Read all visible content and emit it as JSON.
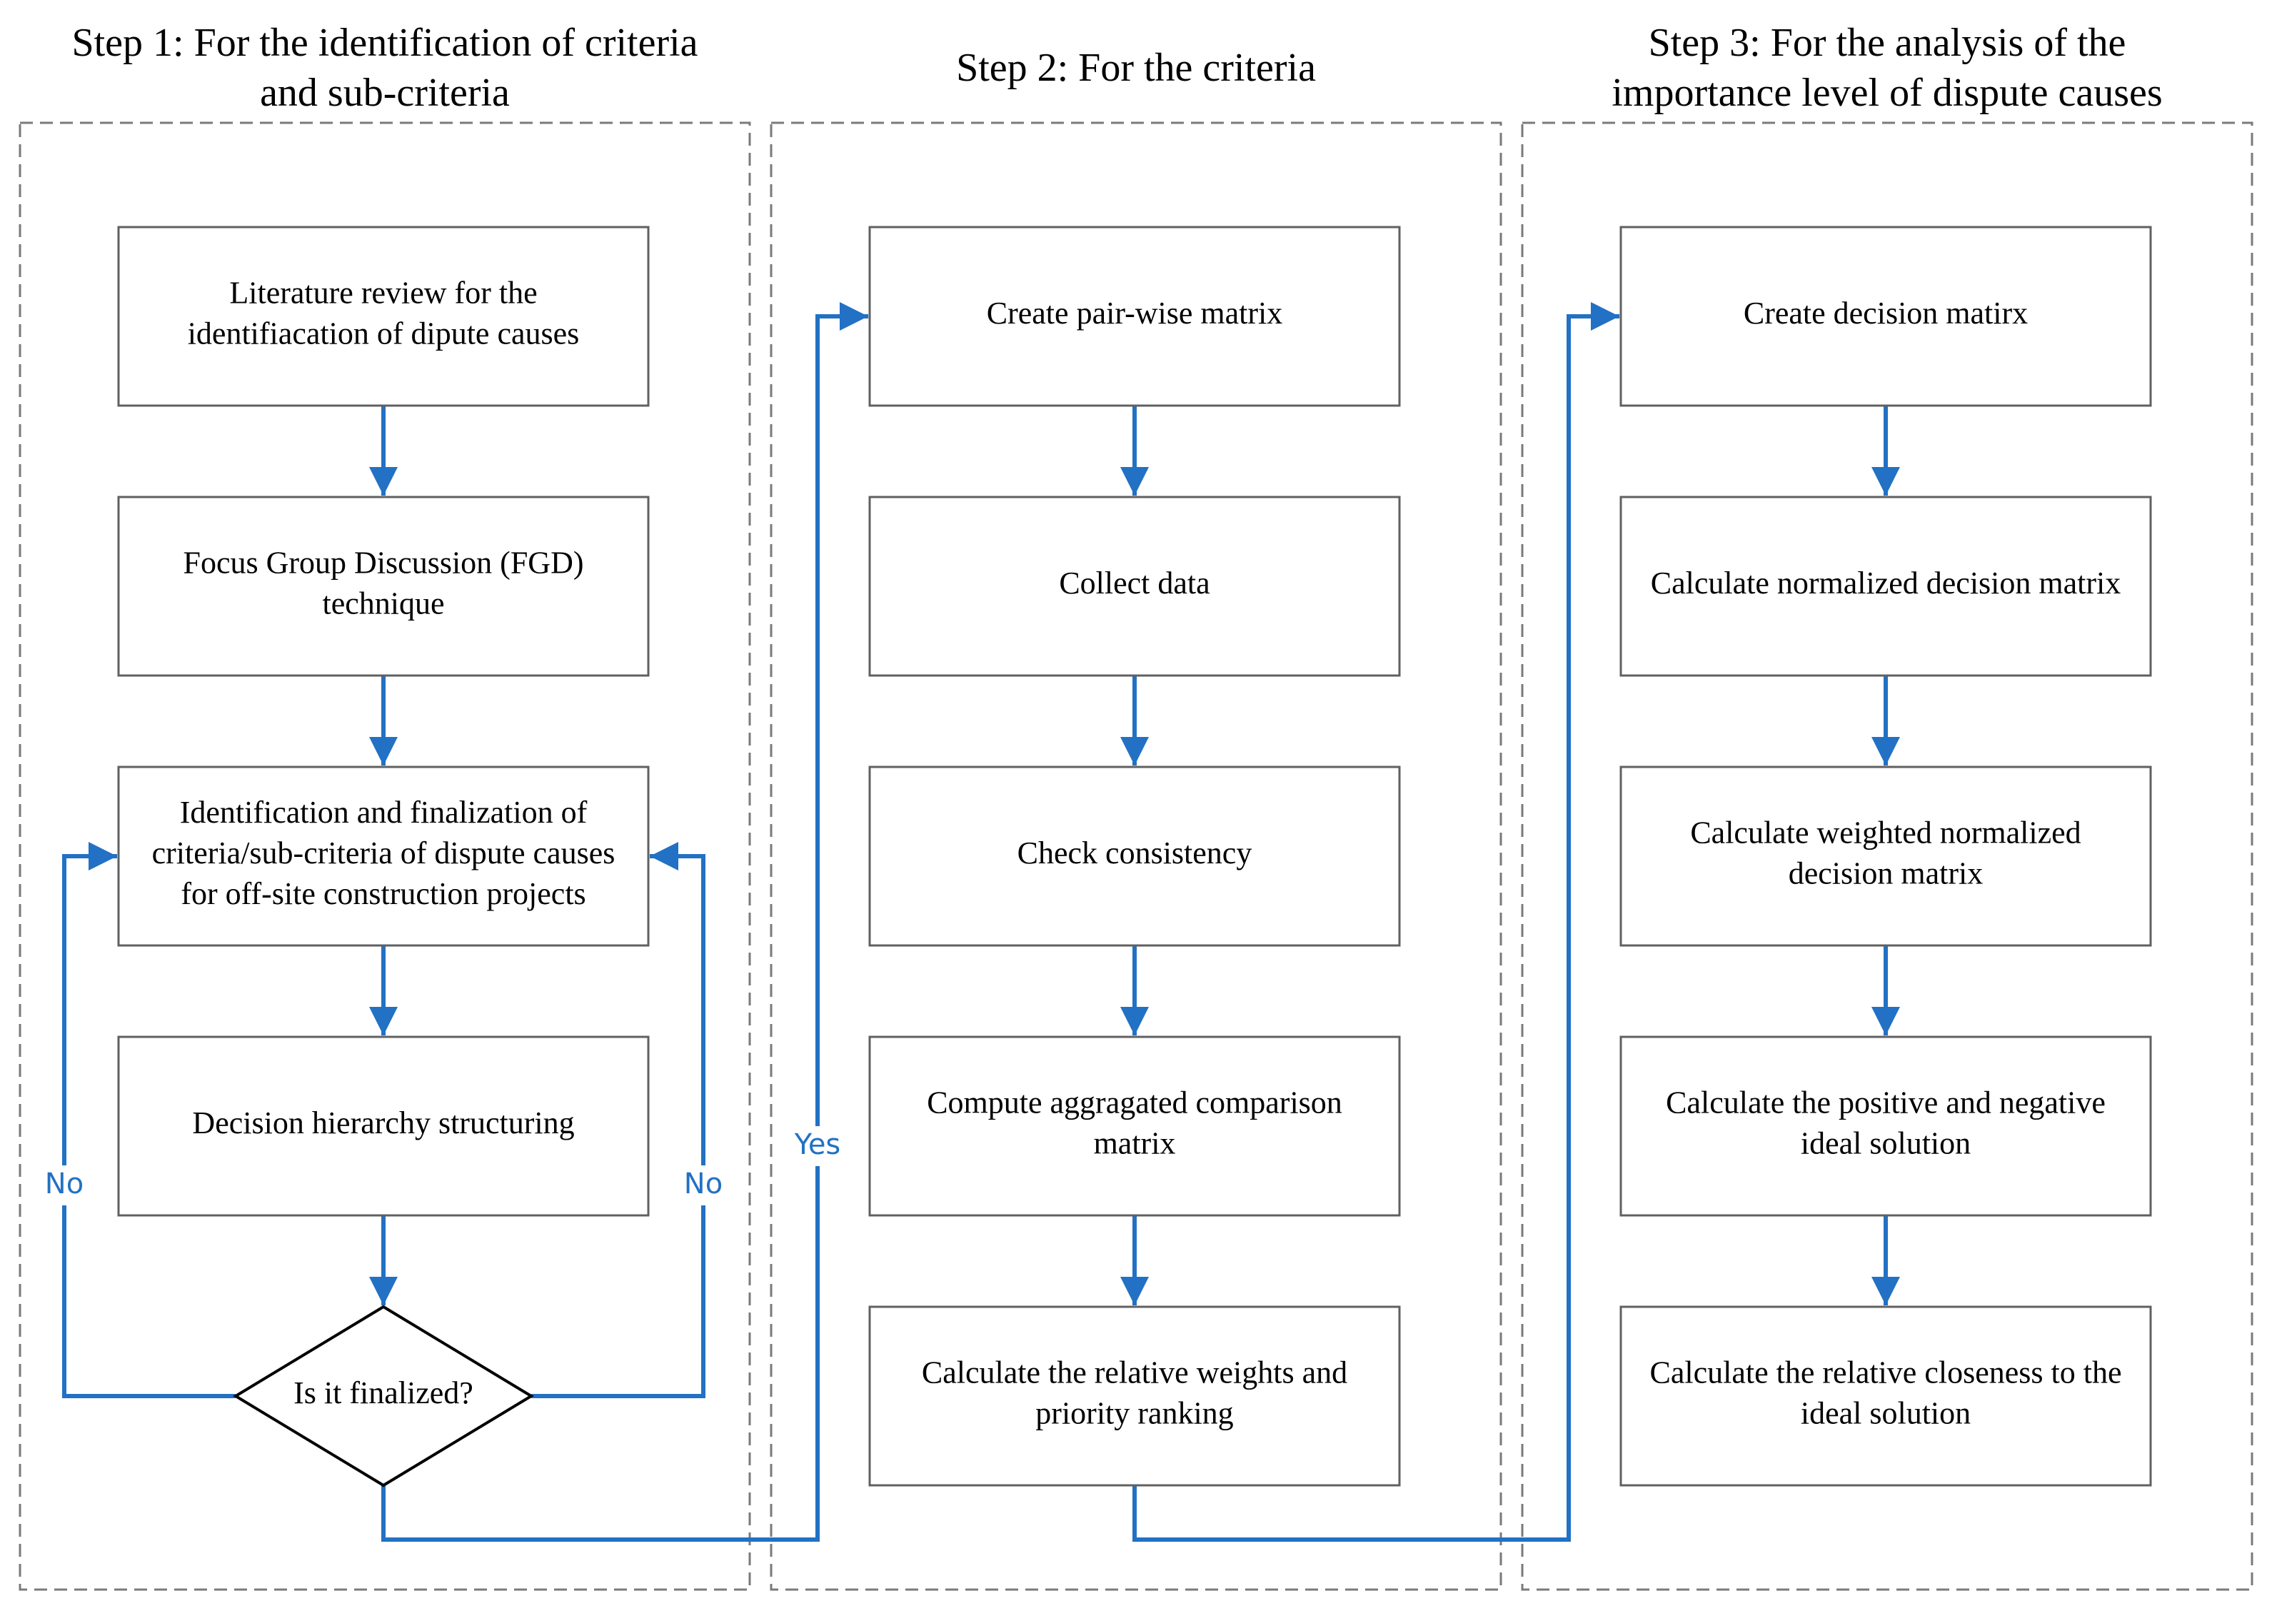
{
  "colors": {
    "arrow": "#2271c4",
    "box_border": "#606060",
    "panel_border": "#7a7a7a",
    "label": "#2271c4"
  },
  "steps": [
    {
      "title": [
        "Step 1: For the identification of criteria",
        "and sub-criteria"
      ],
      "boxes": [
        [
          "Literature review for the",
          "identifiacation of dipute causes"
        ],
        [
          "Focus Group Discussion (FGD)",
          "technique"
        ],
        [
          "Identification and finalization of",
          "criteria/sub-criteria of dispute causes",
          "for off-site construction projects"
        ],
        [
          "Decision hierarchy structuring"
        ]
      ],
      "decision": "Is it finalized?",
      "no_labels": [
        "No",
        "No"
      ]
    },
    {
      "title": [
        "Step 2: For the criteria"
      ],
      "boxes": [
        [
          "Create pair-wise matrix"
        ],
        [
          "Collect data"
        ],
        [
          "Check consistency"
        ],
        [
          "Compute aggragated comparison",
          "matrix"
        ],
        [
          "Calculate the relative weights and",
          "priority ranking"
        ]
      ],
      "yes_label": "Yes"
    },
    {
      "title": [
        "Step 3: For the analysis of the",
        "importance level of dispute causes"
      ],
      "boxes": [
        [
          "Create decision matirx"
        ],
        [
          "Calculate normalized decision matrix"
        ],
        [
          "Calculate weighted normalized",
          "decision matrix"
        ],
        [
          "Calculate the positive and negative",
          "ideal solution"
        ],
        [
          "Calculate the relative closeness to the",
          "ideal solution"
        ]
      ]
    }
  ]
}
